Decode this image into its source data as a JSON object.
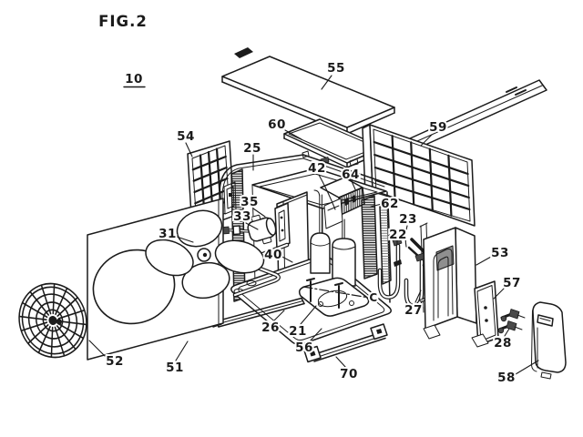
{
  "figure": {
    "title": "FIG.2",
    "assembly_numeral": "10",
    "kind": "patent-exploded-perspective-drawing",
    "ink_color": "#1b1b1b",
    "background_color": "#ffffff"
  },
  "labels": {
    "fig_title": "FIG.2",
    "assembly": "10",
    "centerline": "C",
    "p21": "21",
    "p22": "22",
    "p23": "23",
    "p25": "25",
    "p26": "26",
    "p27": "27",
    "p28": "28",
    "p31": "31",
    "p33": "33",
    "p35": "35",
    "p40": "40",
    "p42": "42",
    "p51": "51",
    "p52": "52",
    "p53": "53",
    "p54": "54",
    "p55": "55",
    "p56": "56",
    "p57": "57",
    "p58": "58",
    "p59": "59",
    "p60": "60",
    "p62": "62",
    "p64": "64",
    "p70": "70"
  },
  "parts": [
    {
      "ref": "10",
      "name": "whole-assembly"
    },
    {
      "ref": "21",
      "name": "base-pan"
    },
    {
      "ref": "22",
      "name": "service-valve"
    },
    {
      "ref": "23",
      "name": "service-valve-with-pipe"
    },
    {
      "ref": "25",
      "name": "top-frame-rail"
    },
    {
      "ref": "26",
      "name": "serpentine-tube-on-base"
    },
    {
      "ref": "27",
      "name": "valve-fitting"
    },
    {
      "ref": "28",
      "name": "elbow-fittings"
    },
    {
      "ref": "31",
      "name": "propeller-fan"
    },
    {
      "ref": "33",
      "name": "fan-motor"
    },
    {
      "ref": "35",
      "name": "motor-mount-bracket"
    },
    {
      "ref": "40",
      "name": "partition-plate"
    },
    {
      "ref": "42",
      "name": "lead-bracket"
    },
    {
      "ref": "51",
      "name": "front-panel-with-opening"
    },
    {
      "ref": "52",
      "name": "round-fan-guard"
    },
    {
      "ref": "53",
      "name": "side-plate"
    },
    {
      "ref": "54",
      "name": "side-grille"
    },
    {
      "ref": "55",
      "name": "top-panel"
    },
    {
      "ref": "56",
      "name": "base-rail"
    },
    {
      "ref": "57",
      "name": "valve-cover-plate"
    },
    {
      "ref": "58",
      "name": "pipe-cover"
    },
    {
      "ref": "59",
      "name": "rear-grille"
    },
    {
      "ref": "60",
      "name": "control-box-lid"
    },
    {
      "ref": "62",
      "name": "heat-exchanger-fin-pack"
    },
    {
      "ref": "64",
      "name": "terminal-box"
    },
    {
      "ref": "70",
      "name": "front-mounting-rail"
    },
    {
      "ref": "C",
      "name": "centerline-mark"
    }
  ]
}
